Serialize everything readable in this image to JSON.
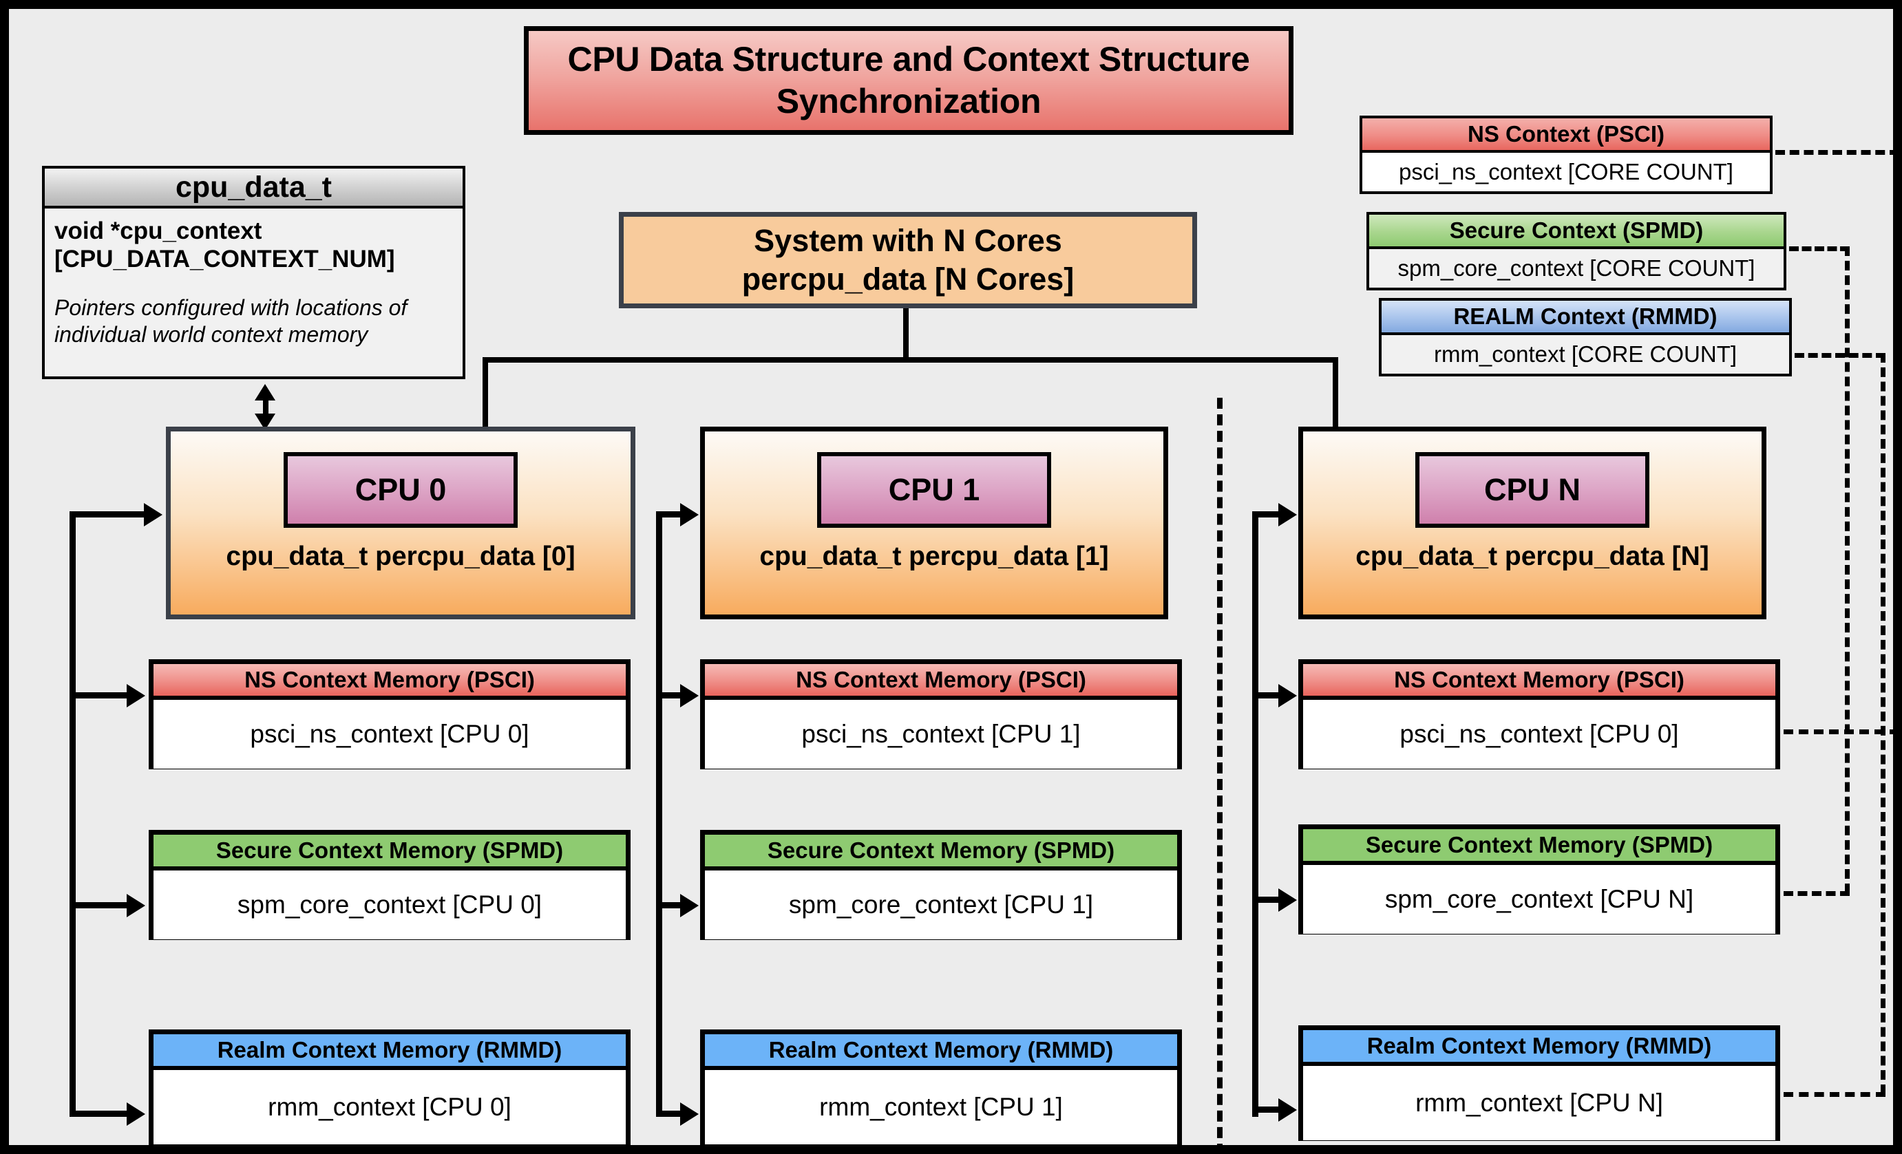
{
  "diagram": {
    "title": "CPU Data Structure and Context Structure Synchronization",
    "background_color": "#ececec",
    "accent_colors": {
      "title": "#e8736c",
      "ns_psci": "#e8675f",
      "secure_spmd": "#8ecb71",
      "realm_rmmd": "#6cb3f8",
      "cpu_card": "#f8ab5e",
      "cpu_chip": "#cf80ac",
      "system_box": "#f8cb9c"
    }
  },
  "cpu_data_t": {
    "header": "cpu_data_t",
    "field": "void  *cpu_context [CPU_DATA_CONTEXT_NUM]",
    "note": "Pointers configured with locations of individual world context memory"
  },
  "system": {
    "line1": "System with N Cores",
    "line2": "percpu_data [N Cores]"
  },
  "global_contexts": [
    {
      "header": "NS Context  (PSCI)",
      "body": "psci_ns_context [CORE COUNT]"
    },
    {
      "header": "Secure Context (SPMD)",
      "body": "spm_core_context [CORE COUNT]"
    },
    {
      "header": "REALM Context (RMMD)",
      "body": "rmm_context [CORE COUNT]"
    }
  ],
  "columns": [
    {
      "chip": "CPU 0",
      "card_label": "cpu_data_t percpu_data [0]",
      "memories": [
        {
          "header": "NS Context Memory (PSCI)",
          "body": "psci_ns_context [CPU 0]"
        },
        {
          "header": "Secure Context Memory (SPMD)",
          "body": "spm_core_context [CPU 0]"
        },
        {
          "header": "Realm Context Memory (RMMD)",
          "body": "rmm_context [CPU 0]"
        }
      ]
    },
    {
      "chip": "CPU 1",
      "card_label": "cpu_data_t percpu_data [1]",
      "memories": [
        {
          "header": "NS Context Memory (PSCI)",
          "body": "psci_ns_context [CPU 1]"
        },
        {
          "header": "Secure Context Memory (SPMD)",
          "body": "spm_core_context [CPU 1]"
        },
        {
          "header": "Realm Context Memory (RMMD)",
          "body": "rmm_context [CPU 1]"
        }
      ]
    },
    {
      "chip": "CPU N",
      "card_label": "cpu_data_t percpu_data [N]",
      "memories": [
        {
          "header": "NS Context Memory (PSCI)",
          "body": "psci_ns_context [CPU 0]"
        },
        {
          "header": "Secure Context Memory (SPMD)",
          "body": "spm_core_context [CPU N]"
        },
        {
          "header": "Realm Context Memory (RMMD)",
          "body": "rmm_context [CPU N]"
        }
      ]
    }
  ]
}
